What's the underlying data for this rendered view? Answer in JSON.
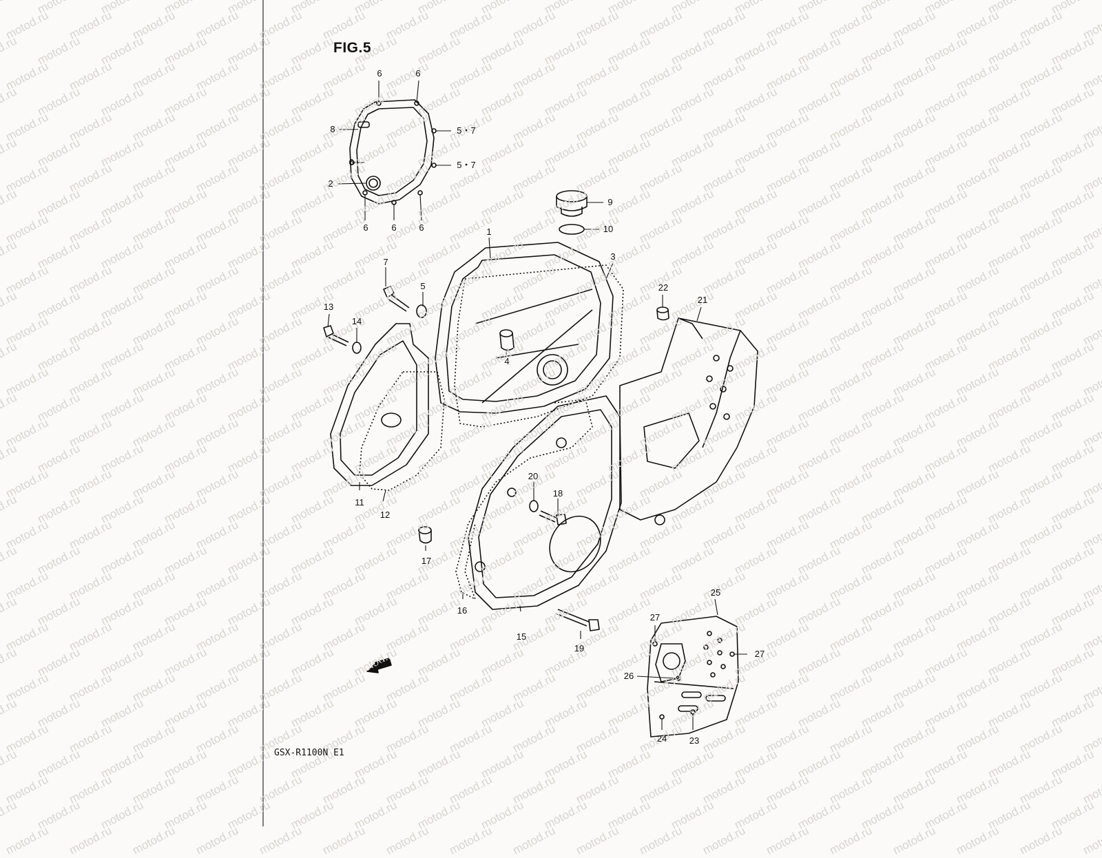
{
  "figure": {
    "title": "FIG.5",
    "model_code": "GSX-R1100N E1",
    "watermark_text": "motod.ru",
    "fwd_label": "FWD"
  },
  "callouts": [
    {
      "id": "c1",
      "text": "6"
    },
    {
      "id": "c2",
      "text": "6"
    },
    {
      "id": "c3",
      "text": "8"
    },
    {
      "id": "c4",
      "text": "5・7"
    },
    {
      "id": "c5",
      "text": "6"
    },
    {
      "id": "c6",
      "text": "5・7"
    },
    {
      "id": "c7",
      "text": "2"
    },
    {
      "id": "c8",
      "text": "6"
    },
    {
      "id": "c9",
      "text": "6"
    },
    {
      "id": "c10",
      "text": "6"
    },
    {
      "id": "c11",
      "text": "9"
    },
    {
      "id": "c12",
      "text": "10"
    },
    {
      "id": "c13",
      "text": "1"
    },
    {
      "id": "c14",
      "text": "3"
    },
    {
      "id": "c15",
      "text": "7"
    },
    {
      "id": "c16",
      "text": "5"
    },
    {
      "id": "c17",
      "text": "22"
    },
    {
      "id": "c18",
      "text": "21"
    },
    {
      "id": "c19",
      "text": "13"
    },
    {
      "id": "c20",
      "text": "14"
    },
    {
      "id": "c21",
      "text": "4"
    },
    {
      "id": "c22",
      "text": "11"
    },
    {
      "id": "c23",
      "text": "12"
    },
    {
      "id": "c24",
      "text": "20"
    },
    {
      "id": "c25",
      "text": "18"
    },
    {
      "id": "c26",
      "text": "17"
    },
    {
      "id": "c27",
      "text": "16"
    },
    {
      "id": "c28",
      "text": "15"
    },
    {
      "id": "c29",
      "text": "19"
    },
    {
      "id": "c30",
      "text": "25"
    },
    {
      "id": "c31",
      "text": "27"
    },
    {
      "id": "c32",
      "text": "27"
    },
    {
      "id": "c33",
      "text": "26"
    },
    {
      "id": "c34",
      "text": "24"
    },
    {
      "id": "c35",
      "text": "23"
    }
  ]
}
